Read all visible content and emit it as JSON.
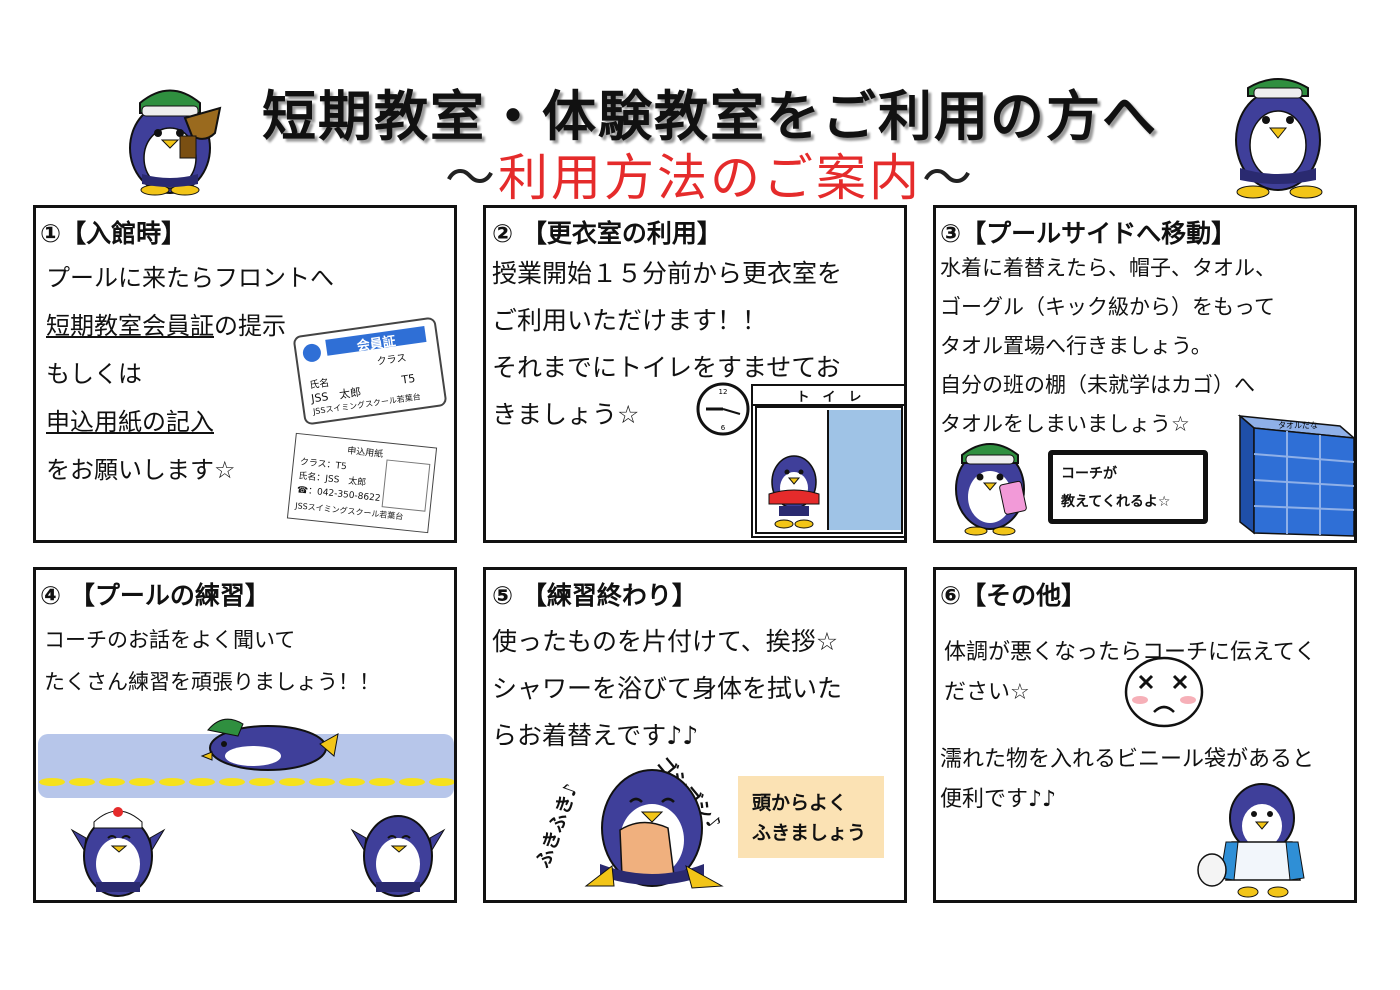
{
  "header": {
    "title": "短期教室・体験教室をご利用の方へ",
    "subtitle_wave_left": "～",
    "subtitle": "利用方法のご案内",
    "subtitle_wave_right": "～"
  },
  "panel1": {
    "heading": "①【入館時】",
    "lines": [
      "プールに来たらフロントへ",
      "短期教室会員証",
      "の提示",
      "もしくは",
      "申込用紙の記入",
      "をお願いします☆"
    ],
    "card": {
      "title": "会員証",
      "class_label": "クラス",
      "name_label": "氏名",
      "name": "JSS　太郎",
      "class_value": "T5",
      "school": "JSSスイミングスクール若葉台"
    },
    "form": {
      "title": "申込用紙",
      "class_line": "クラス：T5",
      "name_line": "氏名：JSS　太郎",
      "phone_line": "☎：042-350-8622",
      "school": "JSSスイミングスクール若葉台"
    }
  },
  "panel2": {
    "heading": "② 【更衣室の利用】",
    "lines": [
      "授業開始１５分前から更衣室を",
      "ご利用いただけます！！",
      "それまでにトイレをすませてお",
      "きましょう☆"
    ],
    "toilet_sign": "ト　イ　レ",
    "clock_top": "12",
    "clock_bottom": "6"
  },
  "panel3": {
    "heading": "③【プールサイドへ移動】",
    "lines": [
      "水着に着替えたら、帽子、タオル、",
      "ゴーグル（キック級から）をもって",
      "タオル置場へ行きましょう。",
      "自分の班の棚（未就学はカゴ）へ",
      "タオルをしまいましょう☆"
    ],
    "coach_box": [
      "コーチが",
      "教えてくれるよ☆"
    ],
    "shelf_label": "タオルだな"
  },
  "panel4": {
    "heading": "④ 【プールの練習】",
    "lines": [
      "コーチのお話をよく聞いて",
      "たくさん練習を頑張りましょう！！"
    ]
  },
  "panel5": {
    "heading": "⑤ 【練習終わり】",
    "lines": [
      "使ったものを片付けて、挨拶☆",
      "シャワーを浴びて身体を拭いた",
      "らお着替えです♪♪"
    ],
    "sfx_left": "ふきふき♪",
    "sfx_right": "ゴシゴシ♪",
    "bubble": [
      "頭からよく",
      "ふきましょう"
    ]
  },
  "panel6": {
    "heading": "⑥【その他】",
    "lines": [
      "体調が悪くなったらコーチに伝えてく",
      "ださい☆",
      "濡れた物を入れるビニール袋があると",
      "便利です♪♪"
    ]
  },
  "colors": {
    "accent_red": "#e52b2b",
    "penguin_blue": "#3f3f9a",
    "pool_blue": "#b7c6ea",
    "lane_yellow": "#f6e11c",
    "shelf_blue": "#2f6fd6"
  }
}
